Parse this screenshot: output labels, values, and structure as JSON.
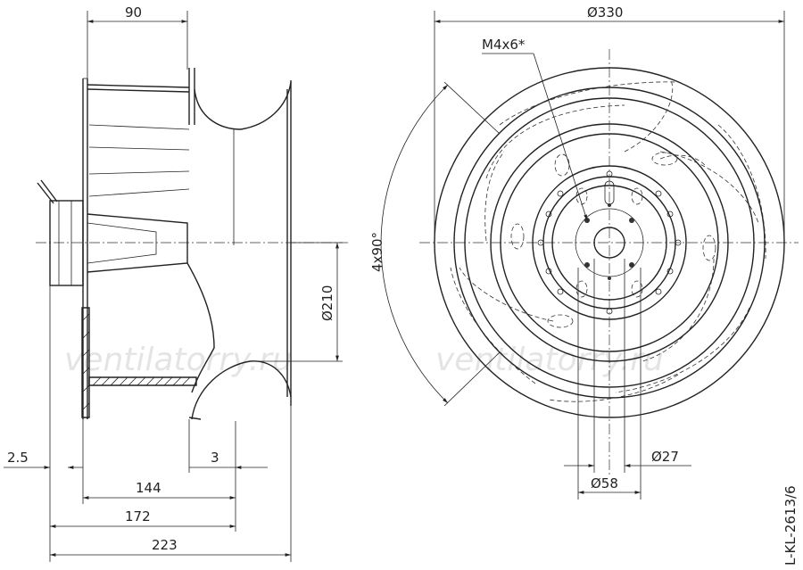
{
  "dimensions": {
    "width_90": "90",
    "diam_330": "Ø330",
    "thread": "M4x6*",
    "angle": "4x90°",
    "diam_210": "Ø210",
    "dim_2_5": "2.5",
    "dim_3": "3",
    "dim_144": "144",
    "dim_172": "172",
    "dim_223": "223",
    "diam_27": "Ø27",
    "diam_58": "Ø58"
  },
  "drawing_code": "L-KL-2613/6",
  "watermark": "ventilatorry.ru",
  "colors": {
    "line": "#222222",
    "watermark": "#cfcfcf",
    "background": "#ffffff"
  }
}
